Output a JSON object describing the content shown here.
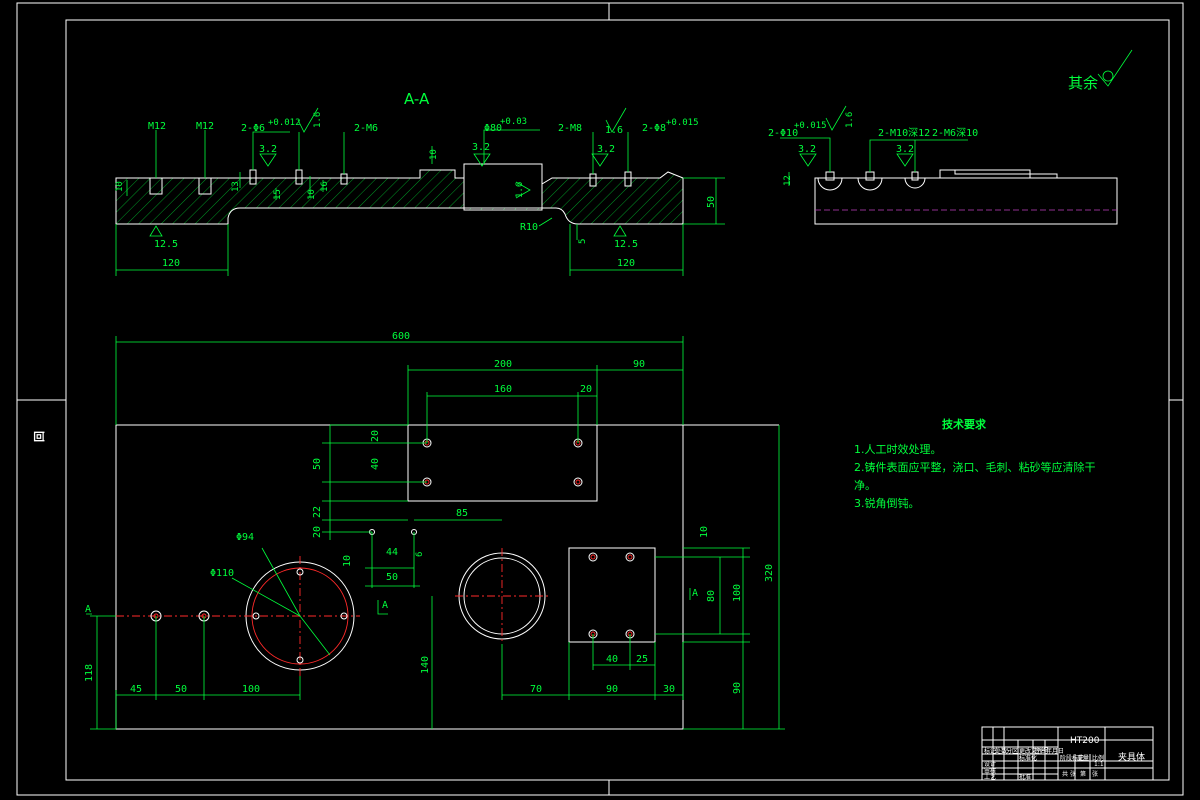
{
  "section": {
    "title": "A-A",
    "top_labels": [
      "M12",
      "M12",
      "2-Φ6",
      "+0.012",
      "2-M6",
      "Φ80",
      "+0.03",
      "2-M8",
      "2-Φ8",
      "+0.015"
    ],
    "roughness": [
      "1.6",
      "3.2",
      "3.2",
      "1.6",
      "3.2",
      "1.6",
      "12.5",
      "12.5"
    ],
    "dims": [
      "10",
      "13",
      "10",
      "15",
      "10",
      "16",
      "50",
      "R10",
      "5",
      "120",
      "120"
    ]
  },
  "side_view": {
    "labels": [
      "2-Φ10",
      "+0.015",
      "2-M10深12",
      "2-M6深10"
    ],
    "roughness": [
      "1.6",
      "3.2",
      "3.2"
    ],
    "dims": [
      "12"
    ]
  },
  "other_roughness": {
    "label": "其余"
  },
  "plan": {
    "dims_top": [
      "600",
      "200",
      "90",
      "160",
      "20"
    ],
    "dims_left": [
      "20",
      "40",
      "50",
      "22",
      "20",
      "10"
    ],
    "dims_mid": [
      "85",
      "44",
      "50",
      "6"
    ],
    "dia_labels": [
      "Φ94",
      "Φ110"
    ],
    "section_marks": [
      "A",
      "A",
      "A"
    ],
    "dims_bottom": [
      "45",
      "50",
      "100",
      "70",
      "90",
      "30",
      "140"
    ],
    "dims_right": [
      "10",
      "80",
      "100",
      "90",
      "320",
      "40",
      "25"
    ],
    "dim_left_total": "118"
  },
  "notes": {
    "title": "技术要求",
    "items": [
      "1.人工时效处理。",
      "2.铸件表面应平整，浇口、毛刺、粘砂等应清除干",
      "净。",
      "3.锐角倒钝。"
    ]
  },
  "title_block": {
    "material": "HT200",
    "name": "夹具体",
    "cells": [
      "标记",
      "处数",
      "分区",
      "更改文件号",
      "签名",
      "年月日",
      "设计",
      "标准化",
      "审核",
      "工艺",
      "批准",
      "阶段标记",
      "重量",
      "比例",
      "1:1",
      "共",
      "张",
      "第",
      "张"
    ]
  },
  "margin_mark": "回"
}
